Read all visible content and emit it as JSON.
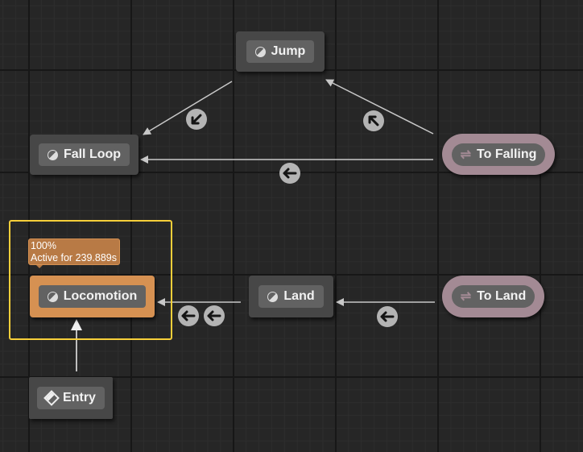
{
  "states": {
    "jump": "Jump",
    "fall_loop": "Fall Loop",
    "locomotion": "Locomotion",
    "land": "Land",
    "entry": "Entry"
  },
  "conduits": {
    "to_falling": "To Falling",
    "to_land": "To Land"
  },
  "active_tooltip": {
    "weight": "100%",
    "active_for": "Active for 239.889s"
  },
  "colors": {
    "active_state": "#d69152",
    "conduit": "#a38a94",
    "selection": "#f7cf3a"
  }
}
